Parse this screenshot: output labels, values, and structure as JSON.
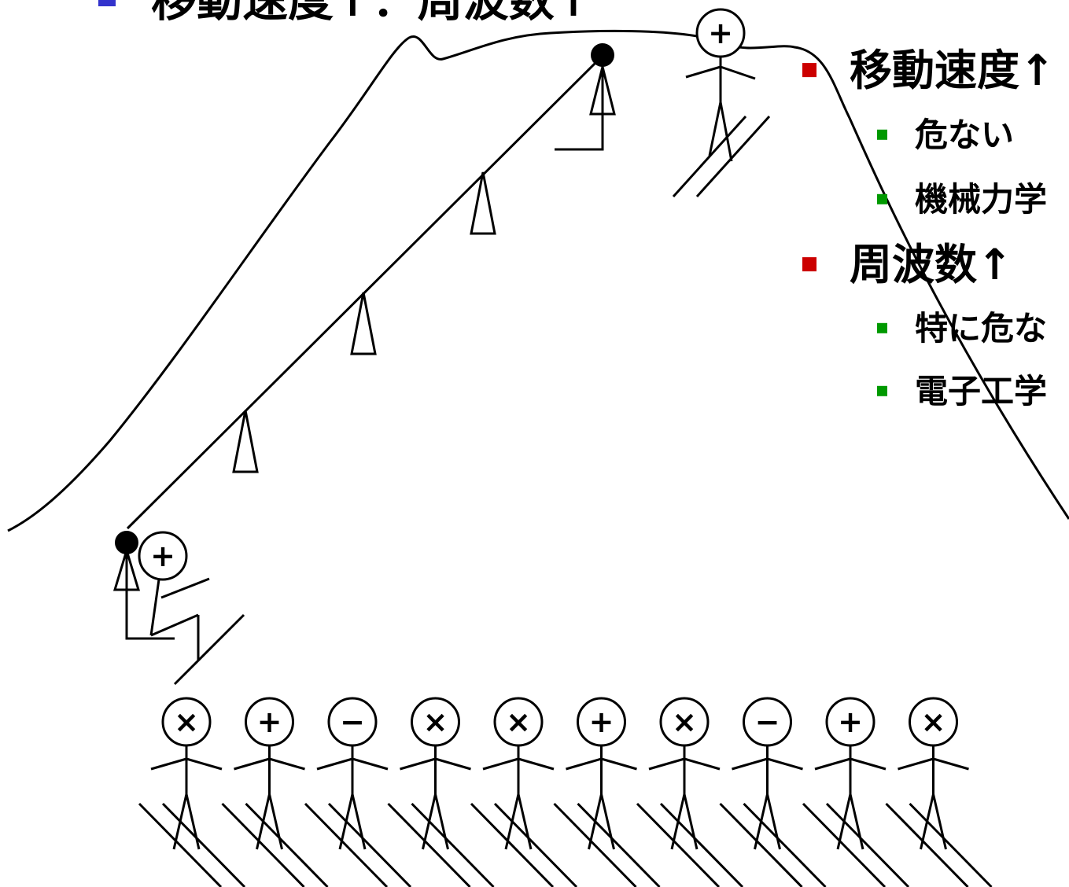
{
  "title": {
    "text": "移動速度↑：周波数↑",
    "bullet_color": "#3333cc"
  },
  "bullets": [
    {
      "text": "移動速度↑",
      "level": 1,
      "bullet_color": "#cc0000"
    },
    {
      "text": "危ない",
      "level": 2,
      "bullet_color": "#009900"
    },
    {
      "text": "機械力学",
      "level": 2,
      "bullet_color": "#009900"
    },
    {
      "text": "周波数↑",
      "level": 1,
      "bullet_color": "#cc0000"
    },
    {
      "text": "特に危な",
      "level": 2,
      "bullet_color": "#009900"
    },
    {
      "text": "電子工学",
      "level": 2,
      "bullet_color": "#009900"
    }
  ],
  "top_skier_symbol": "+",
  "bottom_skier_symbol": "+",
  "queue_symbols": [
    "×",
    "+",
    "−",
    "×",
    "×",
    "+",
    "×",
    "−",
    "+",
    "×"
  ]
}
